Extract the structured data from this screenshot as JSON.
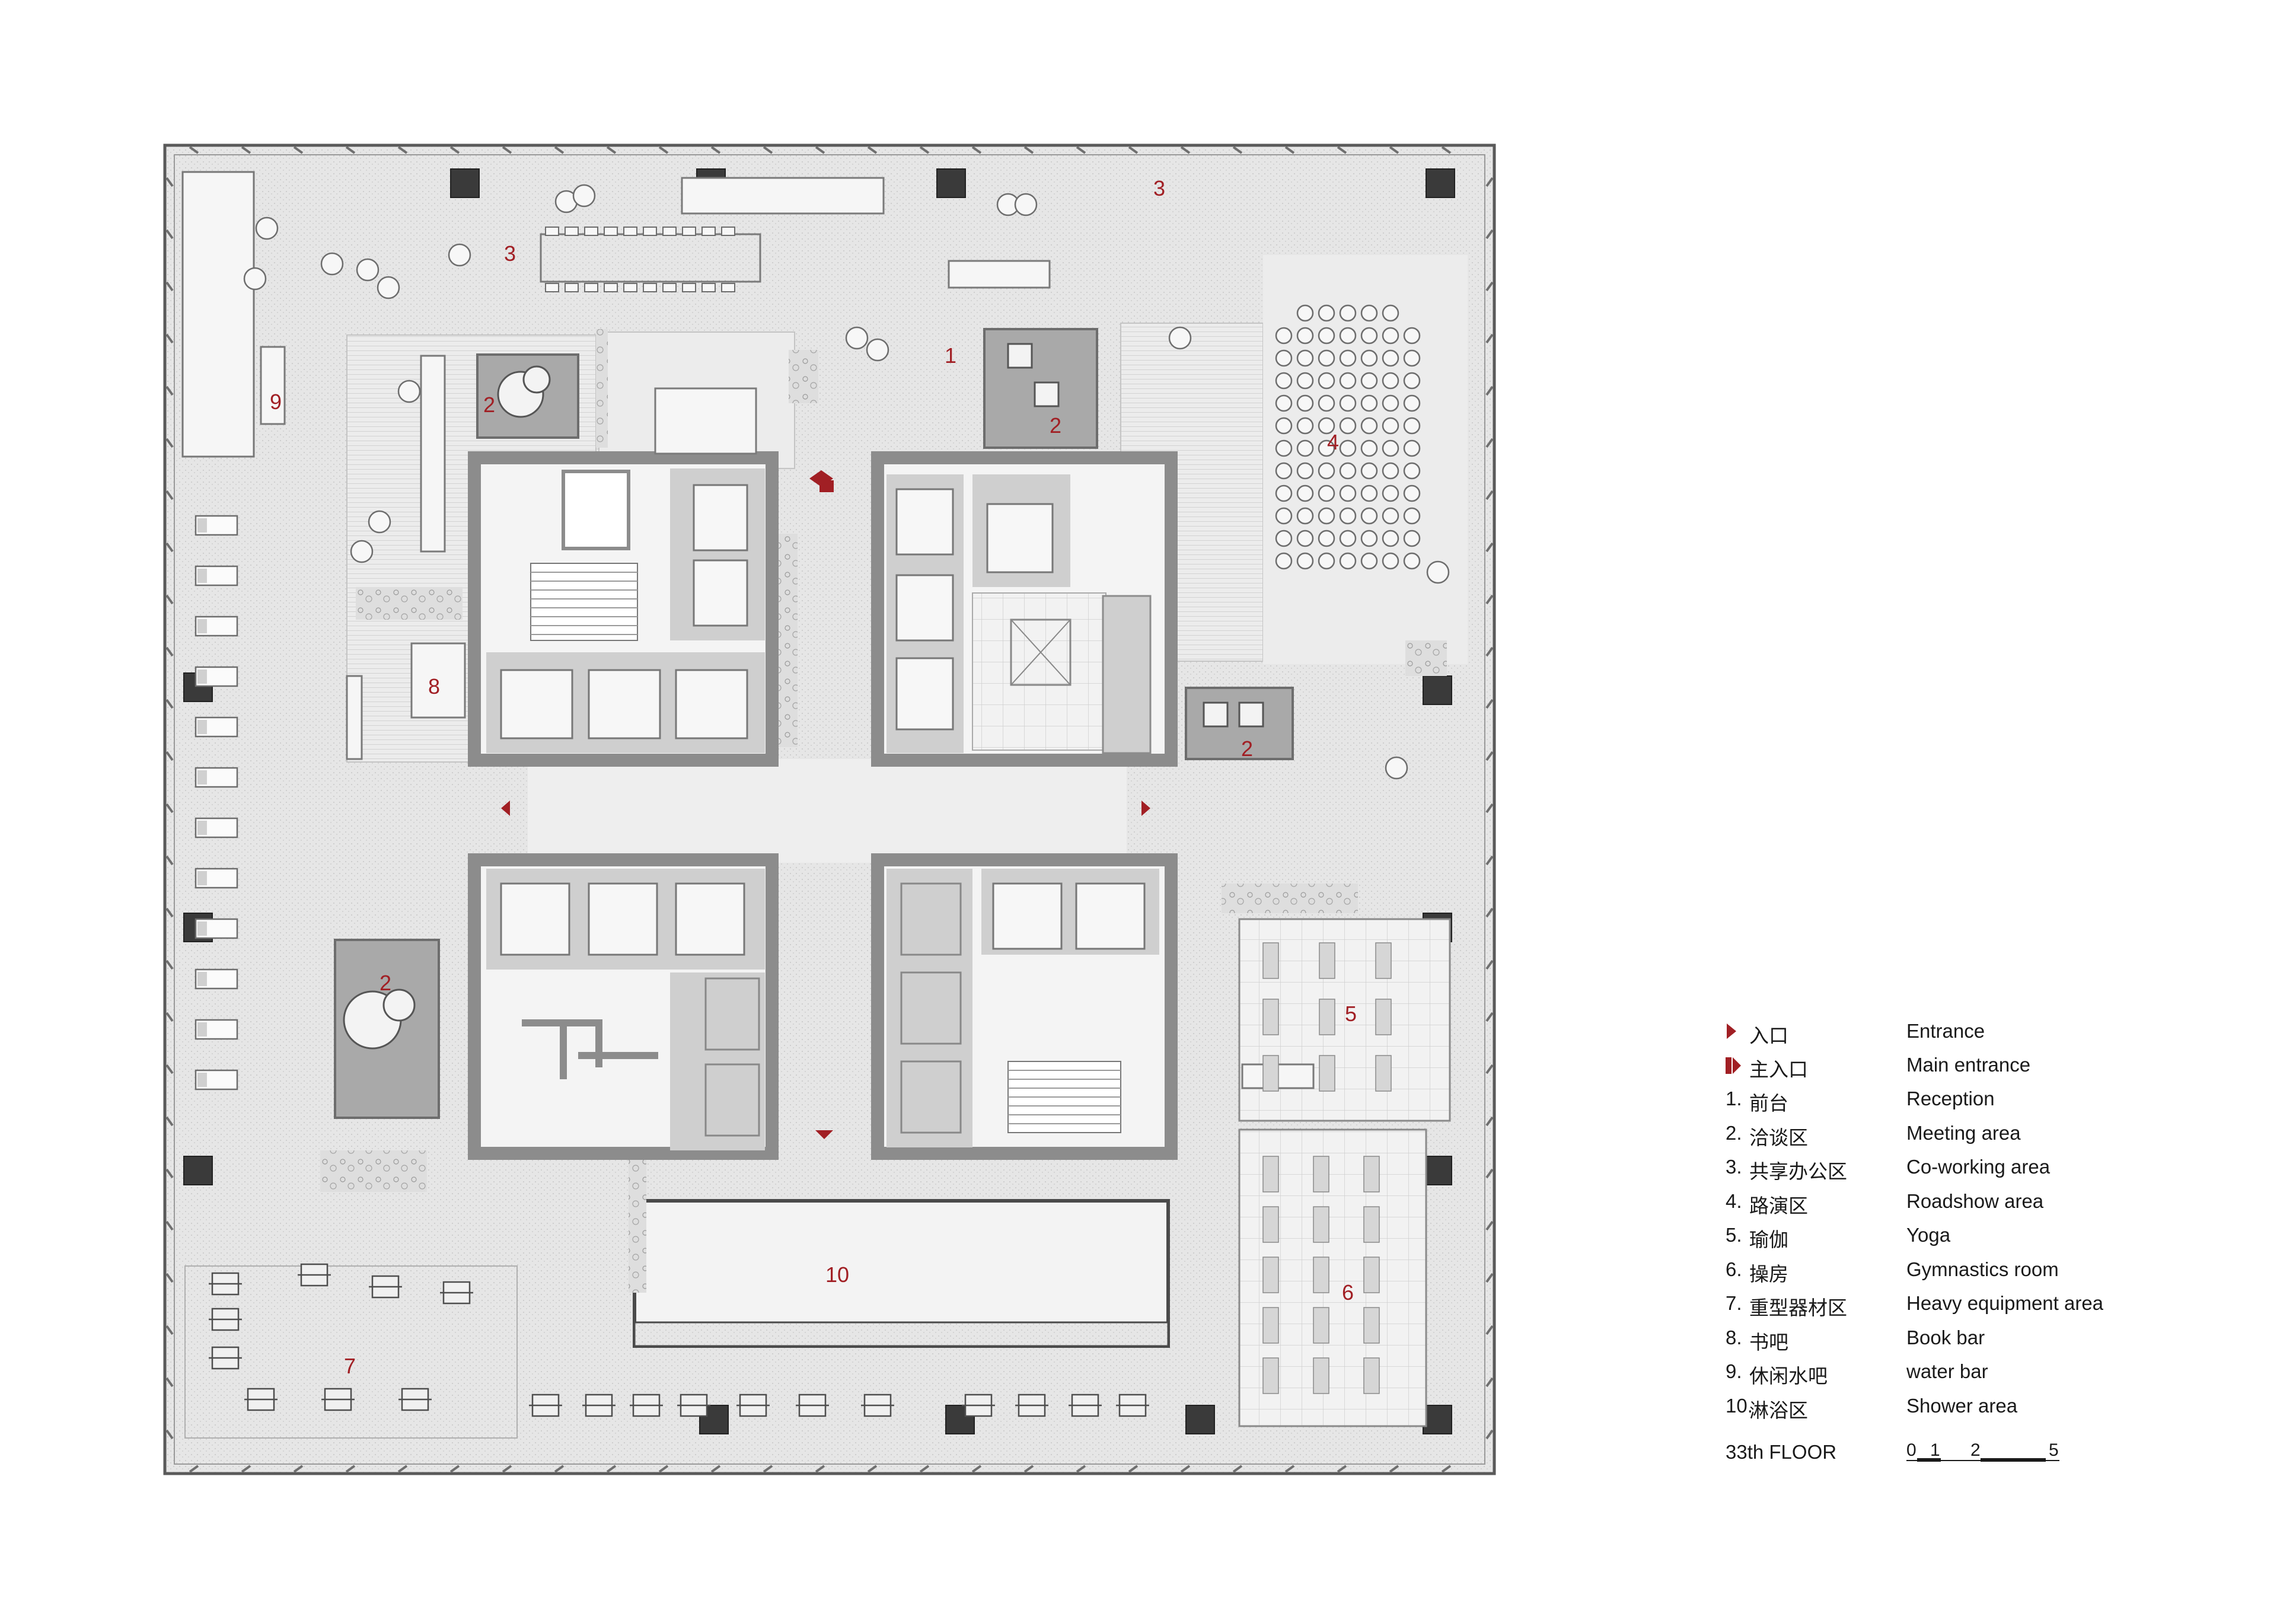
{
  "rooms": [
    {
      "num": "1",
      "key": "reception"
    },
    {
      "num": "2",
      "key": "meeting-a"
    },
    {
      "num": "2",
      "key": "meeting-b"
    },
    {
      "num": "2",
      "key": "meeting-c"
    },
    {
      "num": "2",
      "key": "meeting-d"
    },
    {
      "num": "3",
      "key": "coworking-a"
    },
    {
      "num": "3",
      "key": "coworking-b"
    },
    {
      "num": "4",
      "key": "roadshow"
    },
    {
      "num": "5",
      "key": "yoga"
    },
    {
      "num": "6",
      "key": "gymnastics"
    },
    {
      "num": "7",
      "key": "heavy-equipment"
    },
    {
      "num": "8",
      "key": "book-bar"
    },
    {
      "num": "9",
      "key": "water-bar"
    },
    {
      "num": "10",
      "key": "shower"
    }
  ],
  "legend": {
    "entrance": {
      "zh": "入口",
      "en": "Entrance"
    },
    "main_entrance": {
      "zh": "主入口",
      "en": "Main entrance"
    },
    "items": [
      {
        "num": "1.",
        "zh": "前台",
        "en": "Reception"
      },
      {
        "num": "2.",
        "zh": "洽谈区",
        "en": "Meeting area"
      },
      {
        "num": "3.",
        "zh": "共享办公区",
        "en": "Co-working area"
      },
      {
        "num": "4.",
        "zh": "路演区",
        "en": "Roadshow area"
      },
      {
        "num": "5.",
        "zh": "瑜伽",
        "en": "Yoga"
      },
      {
        "num": "6.",
        "zh": "操房",
        "en": "Gymnastics room"
      },
      {
        "num": "7.",
        "zh": "重型器材区",
        "en": "Heavy equipment area"
      },
      {
        "num": "8.",
        "zh": "书吧",
        "en": "Book bar"
      },
      {
        "num": "9.",
        "zh": "休闲水吧",
        "en": "water bar"
      },
      {
        "num": "10.",
        "zh": "淋浴区",
        "en": "Shower area"
      }
    ],
    "floor": "33th FLOOR",
    "scale_ticks": [
      "0",
      "1",
      "2",
      "5"
    ]
  },
  "colors": {
    "accent": "#a11f24",
    "wall": "#8c8c8c",
    "floor": "#e4e4e4",
    "core": "#cfcfcf",
    "column": "#3a3a3a"
  }
}
